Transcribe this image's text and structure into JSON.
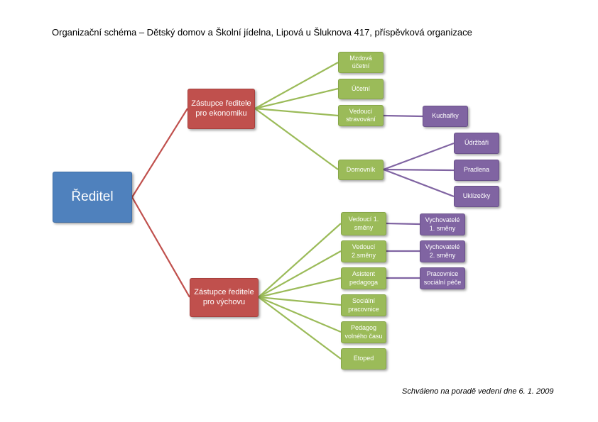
{
  "title": "Organizační schéma – Dětský domov a Školní jídelna, Lipová u Šluknova 417, příspěvková organizace",
  "approval": "Schváleno na poradě vedení dne 6. 1. 2009",
  "colors": {
    "director": "#4f81bd",
    "deputy": "#c0504d",
    "department": "#9bbb59",
    "staff": "#8064a2",
    "line_red": "#c0504d",
    "line_green": "#9bbb59",
    "line_purple": "#8064a2"
  },
  "nodes": {
    "director": "Ředitel",
    "deputy_economy": "Zástupce ředitele\npro ekonomiku",
    "deputy_education": "Zástupce ředitele\npro výchovu",
    "payroll": "Mzdová\núčetní",
    "accountant": "Účetní",
    "catering_head": "Vedoucí\nstravování",
    "cooks": "Kuchařky",
    "caretaker": "Domovník",
    "maintenance": "Údržbáři",
    "laundry": "Pradlena",
    "cleaners": "Uklízečky",
    "shift1_head": "Vedoucí 1.\nsměny",
    "shift2_head": "Vedoucí\n2.směny",
    "teaching_assistant": "Asistent\npedagoga",
    "social_worker": "Sociální\npracovnice",
    "leisure_teacher": "Pedagog\nvolného času",
    "etoped": "Etoped",
    "educators1": "Vychovatelé\n1. směny",
    "educators2": "Vychovatelé\n2. směny",
    "social_care": "Pracovnice\nsociální péče"
  }
}
